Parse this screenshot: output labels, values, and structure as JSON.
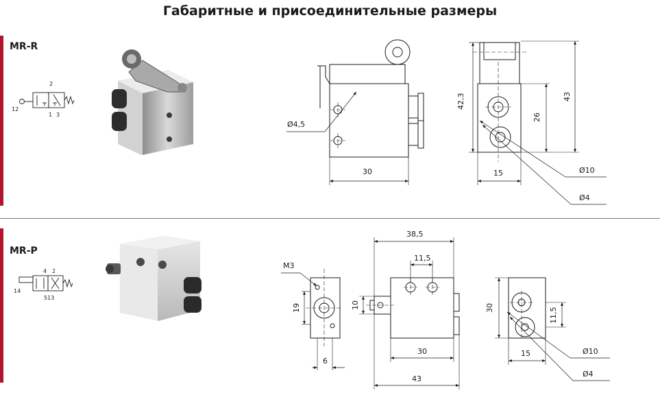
{
  "title": "Габаритные и присоединительные размеры",
  "sections": [
    {
      "model": "MR-R",
      "symbol_ports": {
        "p1": "2",
        "p2": "12",
        "p3": "1",
        "p4": "3"
      },
      "dims": {
        "hole_dia": "Ø4,5",
        "width": "30",
        "height_overall": "42,3",
        "height_total": "43",
        "port_height": "26",
        "port_offset": "15",
        "port_outer": "Ø10",
        "port_inner": "Ø4"
      }
    },
    {
      "model": "MR-P",
      "symbol_ports": {
        "p1": "4",
        "p2": "2",
        "p3": "14",
        "p4": "513"
      },
      "dims": {
        "thread": "M3",
        "side_height": "19",
        "side_offset": "6",
        "plunger": "10",
        "overall_top": "38,5",
        "hole_spacing": "11,5",
        "body_width": "30",
        "overall_bottom": "43",
        "end_height": "30",
        "end_port_height": "11,5",
        "end_offset": "15",
        "port_outer": "Ø10",
        "port_inner": "Ø4"
      }
    }
  ]
}
